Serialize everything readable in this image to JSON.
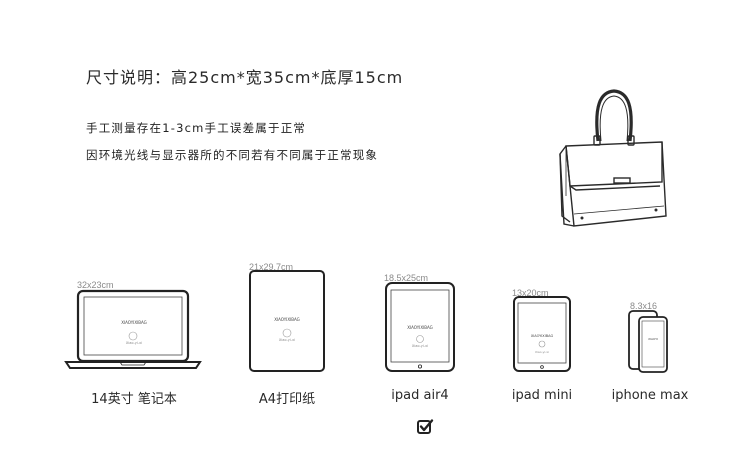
{
  "header": {
    "title": "尺寸说明：高25cm*宽35cm*底厚15cm",
    "note_1": "手工测量存在1-3cm手工误差属于正常",
    "note_2": "因环境光线与显示器所的不同若有不同属于正常现象"
  },
  "devices": [
    {
      "dimension": "32x23cm",
      "caption": "14英寸 笔记本",
      "screen_brand": "XIAOYIXIBAG",
      "screen_mark": "Xiao-yi-xi"
    },
    {
      "dimension": "21x29.7cm",
      "caption": "A4打印纸",
      "screen_brand": "XIAOYIXIBAG",
      "screen_mark": "Xiao-yi-xi"
    },
    {
      "dimension": "18.5x25cm",
      "caption": "ipad air4",
      "screen_brand": "XIAOYIXIBAG",
      "screen_mark": "Xiao-yi-xi"
    },
    {
      "dimension": "13x20cm",
      "caption": "ipad mini",
      "screen_brand": "XIAOYIXIBAG",
      "screen_mark": "Xiao-yi-xi"
    },
    {
      "dimension": "8.3x16",
      "caption": "iphone max",
      "screen_brand": "XIAOYI",
      "screen_mark": ""
    }
  ],
  "footer": {
    "icon": "checkbox-checked-icon"
  }
}
